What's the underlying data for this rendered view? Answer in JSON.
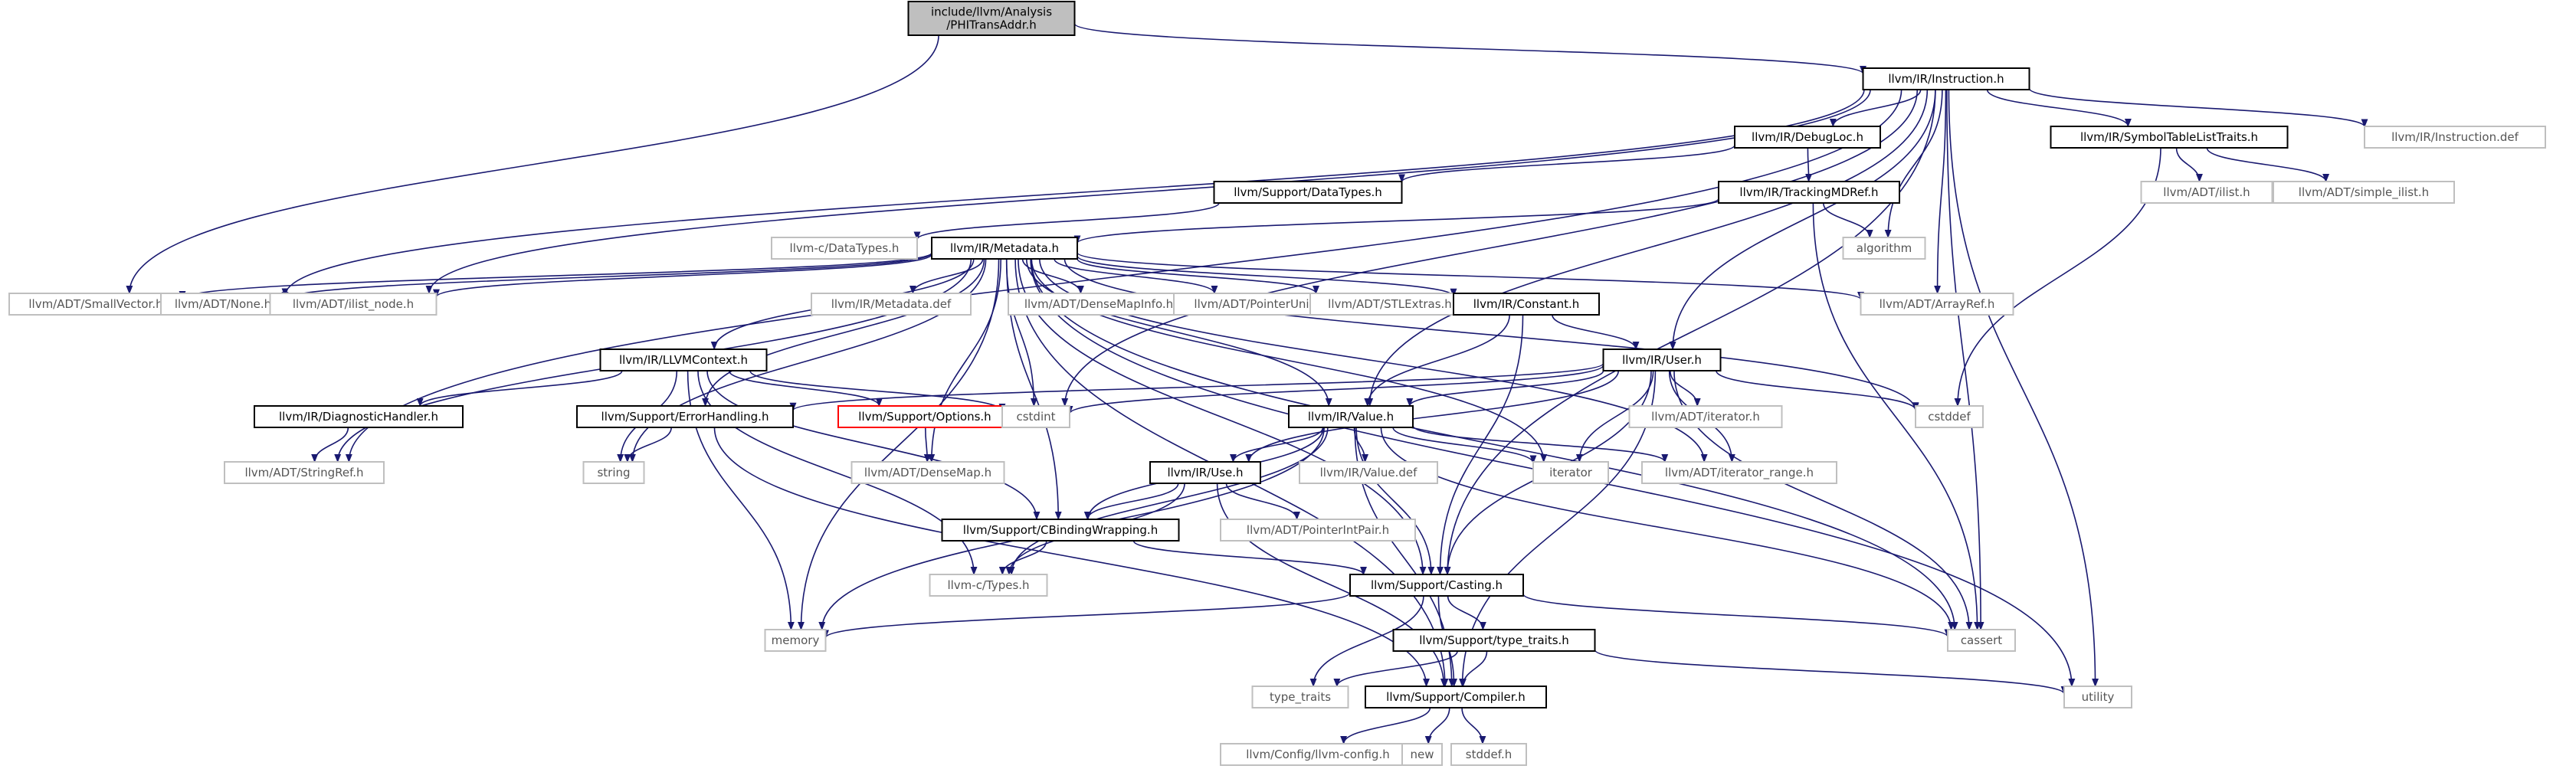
{
  "diagram": {
    "nodes": [
      {
        "id": "root",
        "label": "include/llvm/Analysis\n/PHITransAddr.h",
        "style": "root"
      },
      {
        "id": "instruction",
        "label": "llvm/IR/Instruction.h",
        "style": "boxed"
      },
      {
        "id": "debugloc",
        "label": "llvm/IR/DebugLoc.h",
        "style": "boxed"
      },
      {
        "id": "symtab",
        "label": "llvm/IR/SymbolTableListTraits.h",
        "style": "boxed"
      },
      {
        "id": "instdef",
        "label": "llvm/IR/Instruction.def",
        "style": "grey"
      },
      {
        "id": "datatypes",
        "label": "llvm/Support/DataTypes.h",
        "style": "boxed"
      },
      {
        "id": "trackingmdref",
        "label": "llvm/IR/TrackingMDRef.h",
        "style": "boxed"
      },
      {
        "id": "ilist",
        "label": "llvm/ADT/ilist.h",
        "style": "grey"
      },
      {
        "id": "simpleilist",
        "label": "llvm/ADT/simple_ilist.h",
        "style": "grey"
      },
      {
        "id": "cdatatypes",
        "label": "llvm-c/DataTypes.h",
        "style": "grey"
      },
      {
        "id": "metadata",
        "label": "llvm/IR/Metadata.h",
        "style": "boxed"
      },
      {
        "id": "algorithm",
        "label": "algorithm",
        "style": "grey"
      },
      {
        "id": "smallvector",
        "label": "llvm/ADT/SmallVector.h",
        "style": "grey"
      },
      {
        "id": "none",
        "label": "llvm/ADT/None.h",
        "style": "grey"
      },
      {
        "id": "ilistnode",
        "label": "llvm/ADT/ilist_node.h",
        "style": "grey"
      },
      {
        "id": "metadatadef",
        "label": "llvm/IR/Metadata.def",
        "style": "grey"
      },
      {
        "id": "densemapinfo",
        "label": "llvm/ADT/DenseMapInfo.h",
        "style": "grey"
      },
      {
        "id": "pointerunion",
        "label": "llvm/ADT/PointerUnion.h",
        "style": "grey"
      },
      {
        "id": "stlextras",
        "label": "llvm/ADT/STLExtras.h",
        "style": "grey"
      },
      {
        "id": "constant",
        "label": "llvm/IR/Constant.h",
        "style": "boxed"
      },
      {
        "id": "arrayref",
        "label": "llvm/ADT/ArrayRef.h",
        "style": "grey"
      },
      {
        "id": "llvmcontext",
        "label": "llvm/IR/LLVMContext.h",
        "style": "boxed"
      },
      {
        "id": "user",
        "label": "llvm/IR/User.h",
        "style": "boxed"
      },
      {
        "id": "diaghandler",
        "label": "llvm/IR/DiagnosticHandler.h",
        "style": "boxed"
      },
      {
        "id": "errorhandling",
        "label": "llvm/Support/ErrorHandling.h",
        "style": "boxed"
      },
      {
        "id": "options",
        "label": "llvm/Support/Options.h",
        "style": "red"
      },
      {
        "id": "cstdint",
        "label": "cstdint",
        "style": "grey"
      },
      {
        "id": "value",
        "label": "llvm/IR/Value.h",
        "style": "boxed"
      },
      {
        "id": "adtiterator",
        "label": "llvm/ADT/iterator.h",
        "style": "grey"
      },
      {
        "id": "cstddef",
        "label": "cstddef",
        "style": "grey"
      },
      {
        "id": "stringref",
        "label": "llvm/ADT/StringRef.h",
        "style": "grey"
      },
      {
        "id": "string",
        "label": "string",
        "style": "grey"
      },
      {
        "id": "densemap",
        "label": "llvm/ADT/DenseMap.h",
        "style": "grey"
      },
      {
        "id": "use",
        "label": "llvm/IR/Use.h",
        "style": "boxed"
      },
      {
        "id": "valuedef",
        "label": "llvm/IR/Value.def",
        "style": "grey"
      },
      {
        "id": "iterator",
        "label": "iterator",
        "style": "grey"
      },
      {
        "id": "iteratorrange",
        "label": "llvm/ADT/iterator_range.h",
        "style": "grey"
      },
      {
        "id": "pointerintpair",
        "label": "llvm/ADT/PointerIntPair.h",
        "style": "grey"
      },
      {
        "id": "cbinding",
        "label": "llvm/Support/CBindingWrapping.h",
        "style": "boxed"
      },
      {
        "id": "ctypes",
        "label": "llvm-c/Types.h",
        "style": "grey"
      },
      {
        "id": "casting",
        "label": "llvm/Support/Casting.h",
        "style": "boxed"
      },
      {
        "id": "memory",
        "label": "memory",
        "style": "grey"
      },
      {
        "id": "typetraitsh",
        "label": "llvm/Support/type_traits.h",
        "style": "boxed"
      },
      {
        "id": "cassert",
        "label": "cassert",
        "style": "grey"
      },
      {
        "id": "typetraits",
        "label": "type_traits",
        "style": "grey"
      },
      {
        "id": "compiler",
        "label": "llvm/Support/Compiler.h",
        "style": "boxed"
      },
      {
        "id": "utility",
        "label": "utility",
        "style": "grey"
      },
      {
        "id": "llvmconfig",
        "label": "llvm/Config/llvm-config.h",
        "style": "grey"
      },
      {
        "id": "new",
        "label": "new",
        "style": "grey"
      },
      {
        "id": "stddef",
        "label": "stddef.h",
        "style": "grey"
      }
    ],
    "edges": [
      [
        "root",
        "instruction"
      ],
      [
        "root",
        "smallvector"
      ],
      [
        "instruction",
        "debugloc"
      ],
      [
        "instruction",
        "symtab"
      ],
      [
        "instruction",
        "instdef"
      ],
      [
        "instruction",
        "algorithm"
      ],
      [
        "instruction",
        "arrayref"
      ],
      [
        "instruction",
        "none"
      ],
      [
        "instruction",
        "ilistnode"
      ],
      [
        "instruction",
        "stringref"
      ],
      [
        "instruction",
        "cstdint"
      ],
      [
        "instruction",
        "user"
      ],
      [
        "instruction",
        "value"
      ],
      [
        "instruction",
        "casting"
      ],
      [
        "instruction",
        "cassert"
      ],
      [
        "instruction",
        "utility"
      ],
      [
        "debugloc",
        "datatypes"
      ],
      [
        "debugloc",
        "trackingmdref"
      ],
      [
        "datatypes",
        "cdatatypes"
      ],
      [
        "trackingmdref",
        "metadata"
      ],
      [
        "trackingmdref",
        "algorithm"
      ],
      [
        "trackingmdref",
        "cassert"
      ],
      [
        "symtab",
        "ilist"
      ],
      [
        "symtab",
        "simpleilist"
      ],
      [
        "symtab",
        "cstddef"
      ],
      [
        "metadata",
        "smallvector"
      ],
      [
        "metadata",
        "none"
      ],
      [
        "metadata",
        "ilistnode"
      ],
      [
        "metadata",
        "metadatadef"
      ],
      [
        "metadata",
        "densemapinfo"
      ],
      [
        "metadata",
        "pointerunion"
      ],
      [
        "metadata",
        "stlextras"
      ],
      [
        "metadata",
        "constant"
      ],
      [
        "metadata",
        "arrayref"
      ],
      [
        "metadata",
        "llvmcontext"
      ],
      [
        "metadata",
        "value"
      ],
      [
        "metadata",
        "errorhandling"
      ],
      [
        "metadata",
        "cbinding"
      ],
      [
        "metadata",
        "casting"
      ],
      [
        "metadata",
        "compiler"
      ],
      [
        "metadata",
        "stringref"
      ],
      [
        "metadata",
        "string"
      ],
      [
        "metadata",
        "memory"
      ],
      [
        "metadata",
        "cstddef"
      ],
      [
        "metadata",
        "cstdint"
      ],
      [
        "metadata",
        "iterator"
      ],
      [
        "metadata",
        "iteratorrange"
      ],
      [
        "metadata",
        "utility"
      ],
      [
        "metadata",
        "cassert"
      ],
      [
        "metadata",
        "densemap"
      ],
      [
        "constant",
        "user"
      ],
      [
        "constant",
        "value"
      ],
      [
        "constant",
        "casting"
      ],
      [
        "llvmcontext",
        "diaghandler"
      ],
      [
        "llvmcontext",
        "options"
      ],
      [
        "llvmcontext",
        "cstdint"
      ],
      [
        "llvmcontext",
        "cbinding"
      ],
      [
        "llvmcontext",
        "ctypes"
      ],
      [
        "llvmcontext",
        "memory"
      ],
      [
        "llvmcontext",
        "string"
      ],
      [
        "diaghandler",
        "stringref"
      ],
      [
        "errorhandling",
        "string"
      ],
      [
        "errorhandling",
        "compiler"
      ],
      [
        "options",
        "densemap"
      ],
      [
        "user",
        "value"
      ],
      [
        "user",
        "use"
      ],
      [
        "user",
        "adtiterator"
      ],
      [
        "user",
        "iteratorrange"
      ],
      [
        "user",
        "iterator"
      ],
      [
        "user",
        "cstddef"
      ],
      [
        "user",
        "cstdint"
      ],
      [
        "user",
        "casting"
      ],
      [
        "user",
        "cassert"
      ],
      [
        "user",
        "compiler"
      ],
      [
        "user",
        "errorhandling"
      ],
      [
        "value",
        "use"
      ],
      [
        "value",
        "valuedef"
      ],
      [
        "value",
        "iterator"
      ],
      [
        "value",
        "iteratorrange"
      ],
      [
        "value",
        "cbinding"
      ],
      [
        "value",
        "casting"
      ],
      [
        "value",
        "ctypes"
      ],
      [
        "value",
        "memory"
      ],
      [
        "value",
        "cassert"
      ],
      [
        "value",
        "compiler"
      ],
      [
        "use",
        "pointerintpair"
      ],
      [
        "use",
        "cbinding"
      ],
      [
        "use",
        "compiler"
      ],
      [
        "use",
        "ctypes"
      ],
      [
        "cbinding",
        "ctypes"
      ],
      [
        "cbinding",
        "casting"
      ],
      [
        "casting",
        "memory"
      ],
      [
        "casting",
        "typetraitsh"
      ],
      [
        "casting",
        "cassert"
      ],
      [
        "casting",
        "compiler"
      ],
      [
        "casting",
        "typetraits"
      ],
      [
        "typetraitsh",
        "typetraits"
      ],
      [
        "typetraitsh",
        "compiler"
      ],
      [
        "typetraitsh",
        "utility"
      ],
      [
        "compiler",
        "llvmconfig"
      ],
      [
        "compiler",
        "new"
      ],
      [
        "compiler",
        "stddef"
      ]
    ]
  }
}
